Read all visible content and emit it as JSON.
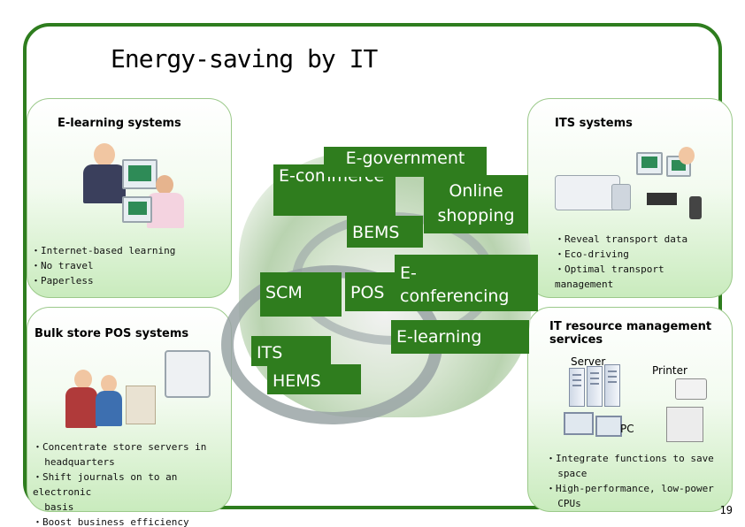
{
  "slide": {
    "title": "Energy-saving by IT",
    "page_number": "19"
  },
  "panels": {
    "elearning": {
      "title": "E-learning systems",
      "bullets": [
        "・Internet-based learning",
        "・No travel",
        "・Paperless"
      ]
    },
    "pos": {
      "title": "Bulk store POS systems",
      "bullets": [
        "・Concentrate store servers in",
        "  headquarters",
        "・Shift journals on to an electronic",
        "  basis",
        "・Boost business efficiency"
      ]
    },
    "its": {
      "title": "ITS systems",
      "bullets": [
        "・Reveal transport data",
        "・Eco-driving",
        "・Optimal transport",
        "management"
      ]
    },
    "itres": {
      "title_line1": "IT resource management",
      "title_line2": "services",
      "labels": {
        "server": "Server",
        "printer": "Printer",
        "pc": "PC"
      },
      "bullets": [
        "・Integrate functions to save",
        "  space",
        "・High-performance, low-power",
        "  CPUs"
      ]
    }
  },
  "center_tags": {
    "egov": "E-government",
    "ecommerce": "E-commerce",
    "online1": "Online",
    "online2": "shopping",
    "bems": "BEMS",
    "econf1": "E-",
    "econf2": "conferencing",
    "scm": "SCM",
    "pos": "POS",
    "elearning": "E-learning",
    "its": "ITS",
    "hems": "HEMS"
  },
  "colors": {
    "frame": "#2e7d1e",
    "tag_bg": "#2f7d1e",
    "panel_gradient_bottom": "#c9ebbd"
  }
}
